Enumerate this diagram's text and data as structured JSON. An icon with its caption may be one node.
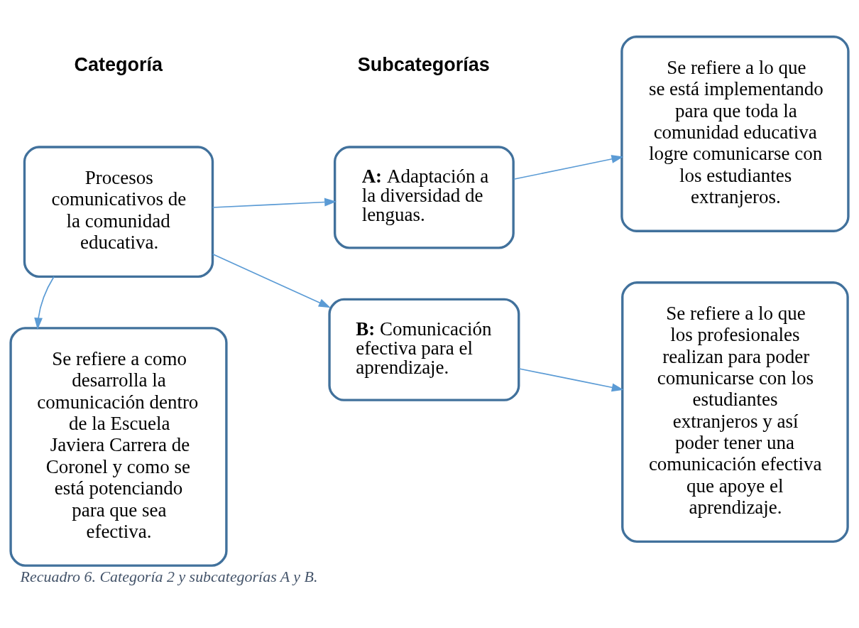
{
  "diagram": {
    "caption": "Recuadro 6. Categoría 2 y subcategorías A y B.",
    "nodes": [
      {
        "text": [
          "Procesos comunicativos de la comunidad educativa."
        ]
      },
      {
        "text": [
          "Se refiere a como desarrolla la comunicación dentro de la Escuela Javiera Carrera de Coronel y como se está potenciando para que sea efectiva."
        ]
      },
      {
        "text": [
          "**A:** Adaptación a la diversidad de lenguas."
        ]
      },
      {
        "text": [
          "**B:** Comunicación efectiva para el aprendizaje."
        ]
      },
      {
        "text": [
          "Se refiere a lo que se está implementando para que toda la comunidad educativa logre comunicarse con los estudiantes extranjeros."
        ]
      },
      {
        "text": [
          "Se refiere a lo que los profesionales realizan para poder comunicarse con los estudiantes extranjeros y así poder tener una comunicación efectiva que apoye el aprendizaje."
        ]
      }
    ],
    "edges": [
      {
        "from": 0,
        "to": 1,
        "arrow": "to"
      },
      {
        "from": 0,
        "to": 2,
        "arrow": "to"
      },
      {
        "from": 0,
        "to": 3,
        "arrow": "to"
      },
      {
        "from": 2,
        "to": 4,
        "arrow": "to"
      },
      {
        "from": 3,
        "to": 5,
        "arrow": "to"
      }
    ],
    "labels": [
      "Categoría",
      "Subcategorías"
    ]
  }
}
